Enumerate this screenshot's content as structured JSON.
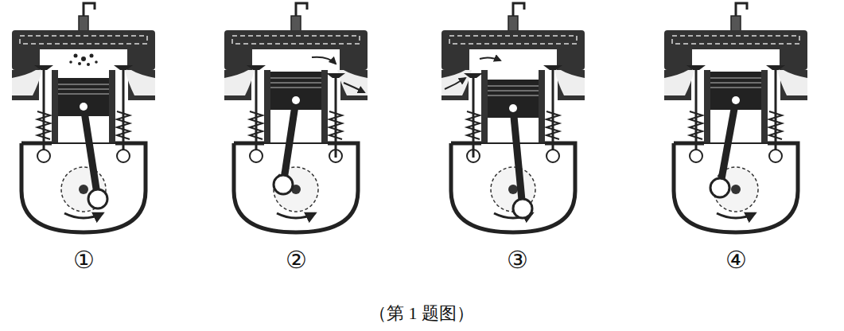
{
  "diagram": {
    "caption": "（第 1 题图）",
    "labels": [
      "①",
      "②",
      "③",
      "④"
    ]
  }
}
